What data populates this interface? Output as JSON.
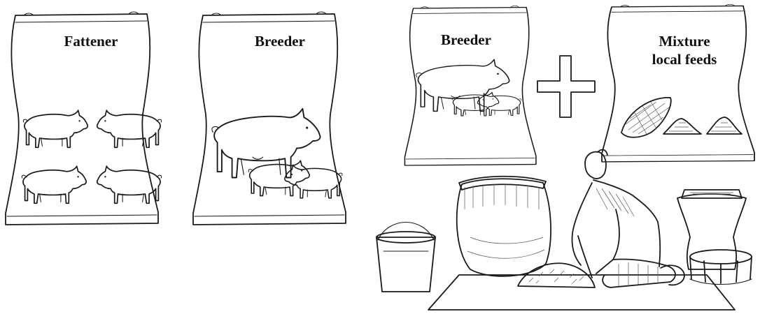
{
  "bags": [
    {
      "label": "Fattener"
    },
    {
      "label": "Breeder"
    },
    {
      "label": "Breeder"
    },
    {
      "label": "Mixture\nlocal feeds"
    }
  ]
}
